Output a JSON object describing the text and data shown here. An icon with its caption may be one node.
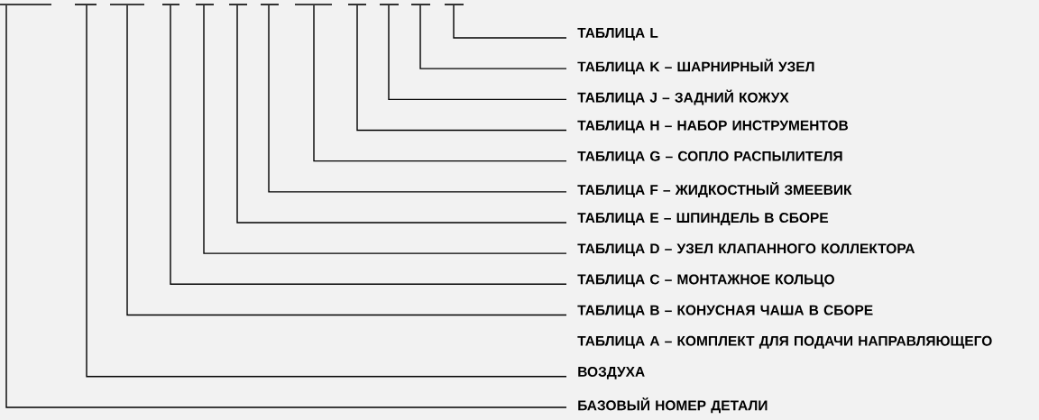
{
  "diagram": {
    "nodes": [
      {
        "text": [],
        "shape": "bar"
      },
      {
        "text": [],
        "shape": "bar"
      },
      {
        "text": [],
        "shape": "bar"
      },
      {
        "text": [],
        "shape": "bar"
      },
      {
        "text": [],
        "shape": "bar"
      },
      {
        "text": [],
        "shape": "bar"
      },
      {
        "text": [],
        "shape": "bar"
      },
      {
        "text": [],
        "shape": "bar"
      },
      {
        "text": [],
        "shape": "bar"
      },
      {
        "text": [],
        "shape": "bar"
      },
      {
        "text": [],
        "shape": "bar"
      },
      {
        "text": [],
        "shape": "bar"
      },
      {
        "text": [
          "ТАБЛИЦА L"
        ]
      },
      {
        "text": [
          "ТАБЛИЦА K – ШАРНИРНЫЙ УЗЕЛ"
        ]
      },
      {
        "text": [
          "ТАБЛИЦА J – ЗАДНИЙ КОЖУХ"
        ]
      },
      {
        "text": [
          "ТАБЛИЦА H – НАБОР ИНСТРУМЕНТОВ"
        ]
      },
      {
        "text": [
          "ТАБЛИЦА G – СОПЛО РАСПЫЛИТЕЛЯ"
        ]
      },
      {
        "text": [
          "ТАБЛИЦА F – ЖИДКОСТНЫЙ ЗМЕЕВИК"
        ]
      },
      {
        "text": [
          "ТАБЛИЦА E – ШПИНДЕЛЬ В СБОРЕ"
        ]
      },
      {
        "text": [
          "ТАБЛИЦА D – УЗЕЛ КЛАПАННОГО КОЛЛЕКТОРА"
        ]
      },
      {
        "text": [
          "ТАБЛИЦА C – МОНТАЖНОЕ КОЛЬЦО"
        ]
      },
      {
        "text": [
          "ТАБЛИЦА B – КОНУСНАЯ ЧАША В СБОРЕ"
        ]
      },
      {
        "text": [
          "ТАБЛИЦА A – КОМПЛЕКТ ДЛЯ ПОДАЧИ НАПРАВЛЯЮЩЕГО ВОЗДУХА"
        ]
      },
      {
        "text": [
          "БАЗОВЫЙ НОМЕР ДЕТАЛИ"
        ]
      }
    ],
    "edges": [
      {
        "from": 12,
        "to": 11,
        "arrow": "none"
      },
      {
        "from": 13,
        "to": 10,
        "arrow": "none"
      },
      {
        "from": 14,
        "to": 9,
        "arrow": "none"
      },
      {
        "from": 15,
        "to": 8,
        "arrow": "none"
      },
      {
        "from": 16,
        "to": 7,
        "arrow": "none"
      },
      {
        "from": 17,
        "to": 6,
        "arrow": "none"
      },
      {
        "from": 18,
        "to": 5,
        "arrow": "none"
      },
      {
        "from": 19,
        "to": 4,
        "arrow": "none"
      },
      {
        "from": 20,
        "to": 3,
        "arrow": "none"
      },
      {
        "from": 21,
        "to": 2,
        "arrow": "none"
      },
      {
        "from": 22,
        "to": 1,
        "arrow": "none"
      },
      {
        "from": 23,
        "to": 0,
        "arrow": "none"
      }
    ]
  }
}
